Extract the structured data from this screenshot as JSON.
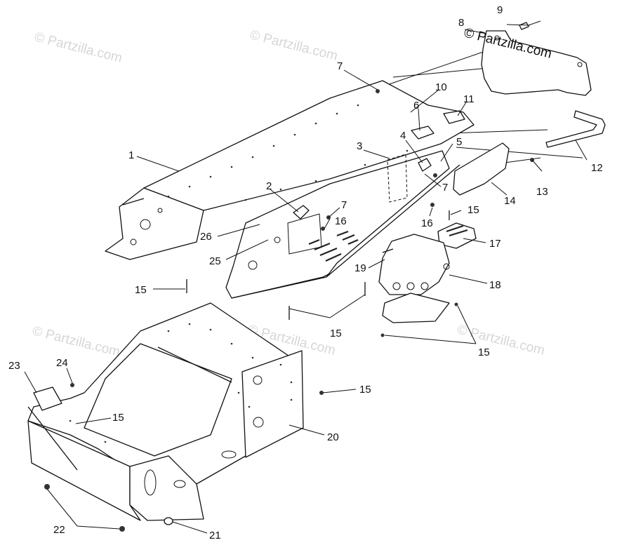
{
  "brand_mark": "© Partzilla.com",
  "watermark": "© Partzilla.com",
  "callouts": [
    {
      "id": "1",
      "label": "1"
    },
    {
      "id": "2",
      "label": "2"
    },
    {
      "id": "3",
      "label": "3"
    },
    {
      "id": "4",
      "label": "4"
    },
    {
      "id": "5",
      "label": "5"
    },
    {
      "id": "6",
      "label": "6"
    },
    {
      "id": "7a",
      "label": "7"
    },
    {
      "id": "7b",
      "label": "7"
    },
    {
      "id": "7c",
      "label": "7"
    },
    {
      "id": "8",
      "label": "8"
    },
    {
      "id": "9",
      "label": "9"
    },
    {
      "id": "10",
      "label": "10"
    },
    {
      "id": "11",
      "label": "11"
    },
    {
      "id": "12",
      "label": "12"
    },
    {
      "id": "13",
      "label": "13"
    },
    {
      "id": "14",
      "label": "14"
    },
    {
      "id": "15a",
      "label": "15"
    },
    {
      "id": "15b",
      "label": "15"
    },
    {
      "id": "15c",
      "label": "15"
    },
    {
      "id": "15d",
      "label": "15"
    },
    {
      "id": "15e",
      "label": "15"
    },
    {
      "id": "15f",
      "label": "15"
    },
    {
      "id": "16a",
      "label": "16"
    },
    {
      "id": "16b",
      "label": "16"
    },
    {
      "id": "17",
      "label": "17"
    },
    {
      "id": "18",
      "label": "18"
    },
    {
      "id": "19",
      "label": "19"
    },
    {
      "id": "20",
      "label": "20"
    },
    {
      "id": "21",
      "label": "21"
    },
    {
      "id": "22",
      "label": "22"
    },
    {
      "id": "23",
      "label": "23"
    },
    {
      "id": "24",
      "label": "24"
    },
    {
      "id": "25",
      "label": "25"
    },
    {
      "id": "26",
      "label": "26"
    }
  ]
}
